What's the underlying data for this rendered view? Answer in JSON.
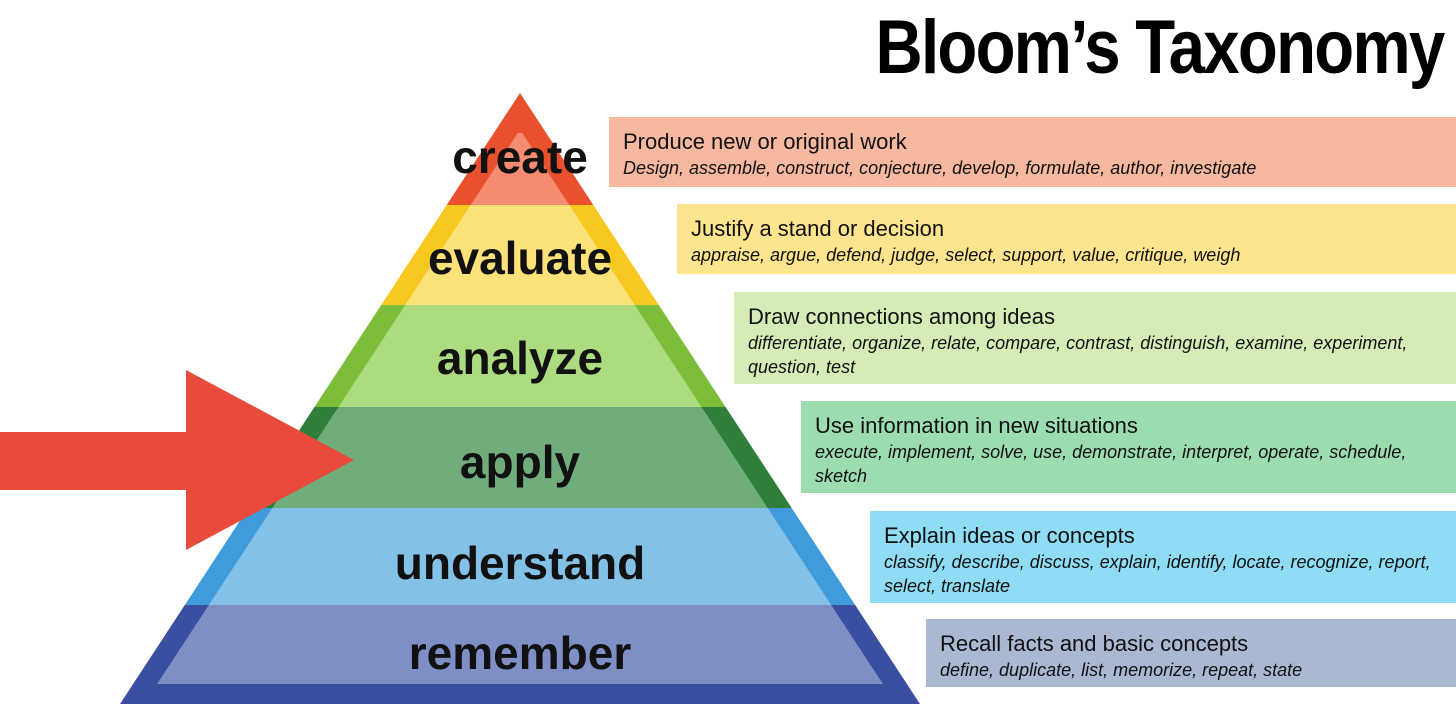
{
  "title": "Bloom’s Taxonomy",
  "levels": [
    {
      "label": "create",
      "heading": "Produce new or original work",
      "verbs": "Design, assemble, construct, conjecture, develop, formulate, author, investigate"
    },
    {
      "label": "evaluate",
      "heading": "Justify a stand or decision",
      "verbs": "appraise, argue, defend, judge, select, support, value, critique, weigh"
    },
    {
      "label": "analyze",
      "heading": "Draw connections among ideas",
      "verbs": "differentiate, organize, relate, compare, contrast, distinguish, examine, experiment, question, test"
    },
    {
      "label": "apply",
      "heading": "Use information in new situations",
      "verbs": "execute, implement, solve, use, demonstrate, interpret, operate, schedule, sketch"
    },
    {
      "label": "understand",
      "heading": "Explain ideas or concepts",
      "verbs": "classify, describe, discuss, explain, identify, locate, recognize, report, select, translate"
    },
    {
      "label": "remember",
      "heading": "Recall facts and basic concepts",
      "verbs": "define, duplicate, list, memorize, repeat, state"
    }
  ],
  "colors": {
    "create": {
      "outer": "#e9502e",
      "inner": "#f58b70",
      "box": "#f6b99f"
    },
    "evaluate": {
      "outer": "#f7c81f",
      "inner": "#fde27a",
      "box": "#fde48f"
    },
    "analyze": {
      "outer": "#7cbe3a",
      "inner": "#addb7f",
      "box": "#d6ecb6"
    },
    "apply": {
      "outer": "#2f7f3a",
      "inner": "#71ad7c",
      "box": "#9bdcb1"
    },
    "understand": {
      "outer": "#3f9bd9",
      "inner": "#84c1e6",
      "box": "#8fdcf5"
    },
    "remember": {
      "outer": "#3b4fa0",
      "inner": "#7e8fc5",
      "box": "#aab8d2"
    },
    "arrow": "#e84b3b"
  },
  "highlighted_level": "apply"
}
